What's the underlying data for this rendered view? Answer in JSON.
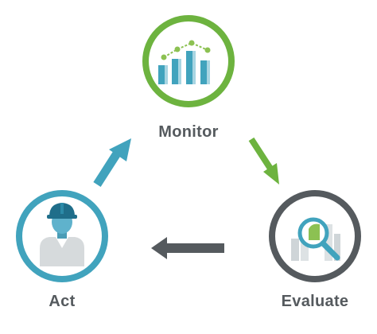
{
  "nodes": {
    "monitor": {
      "label": "Monitor",
      "ring_color": "#6db33f",
      "icon": "bar-chart-icon"
    },
    "evaluate": {
      "label": "Evaluate",
      "ring_color": "#555a5e",
      "icon": "magnifier-chart-icon"
    },
    "act": {
      "label": "Act",
      "ring_color": "#41a3bd",
      "icon": "worker-hardhat-icon"
    }
  },
  "arrows": {
    "monitor_to_evaluate": {
      "color": "#6db33f"
    },
    "evaluate_to_act": {
      "color": "#555a5e"
    },
    "act_to_monitor": {
      "color": "#41a3bd"
    }
  },
  "colors": {
    "label_text": "#555a5e",
    "bar_blue": "#41a3bd",
    "bar_light": "#a8d5e2",
    "dot_green": "#8cc152",
    "bars_gray": "#cfd5d8"
  }
}
